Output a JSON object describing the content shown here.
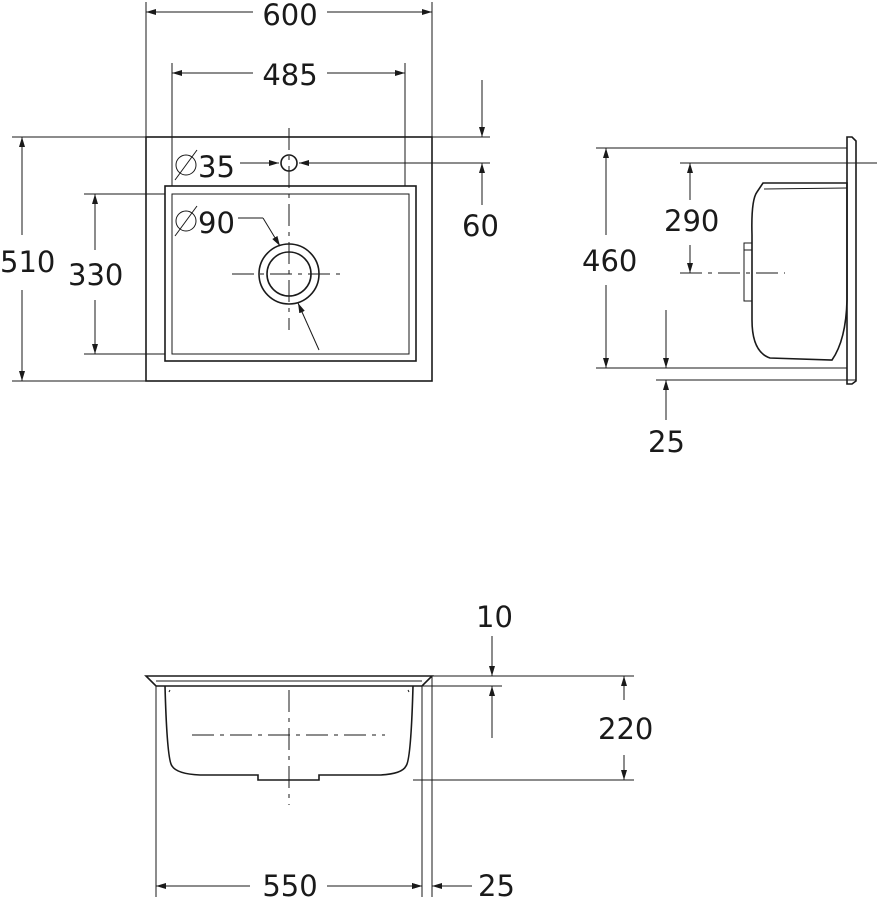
{
  "top_view": {
    "overall_width": "600",
    "inner_width": "485",
    "overall_depth": "510",
    "inner_depth": "330",
    "tap_hole": "35",
    "drain": "90",
    "tap_offset": "60"
  },
  "side_view": {
    "height": "460",
    "depth": "290",
    "rim": "25"
  },
  "front_view": {
    "rim_thickness": "10",
    "bowl_depth": "220",
    "bowl_width": "550",
    "flange": "25"
  },
  "colors": {
    "line": "#1a1a1a",
    "background": "#ffffff"
  }
}
